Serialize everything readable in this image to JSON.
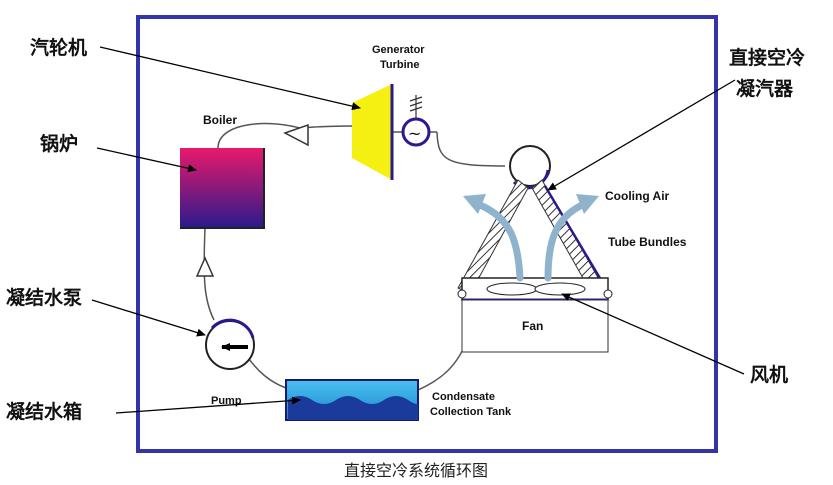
{
  "caption": "直接空冷系统循环图",
  "labels_en": {
    "generator": "Generator",
    "turbine": "Turbine",
    "boiler": "Boiler",
    "cooling_air": "Cooling Air",
    "tube_bundles": "Tube Bundles",
    "fan": "Fan",
    "pump": "Pump",
    "condensate": "Condensate",
    "collection_tank": "Collection Tank"
  },
  "labels_zh": {
    "turbine": "汽轮机",
    "boiler": "锅炉",
    "acc_line1": "直接空冷",
    "acc_line2": "凝汽器",
    "condensate_pump": "凝结水泵",
    "condensate_tank": "凝结水箱",
    "fan": "风机"
  },
  "colors": {
    "frame": "#3333aa",
    "turbine": "#f5ef12",
    "boiler_top": "#e8196a",
    "boiler_bottom": "#2a1a8c",
    "tank": "#2aa6e8",
    "cooling_arrow": "#8fb3cc"
  }
}
